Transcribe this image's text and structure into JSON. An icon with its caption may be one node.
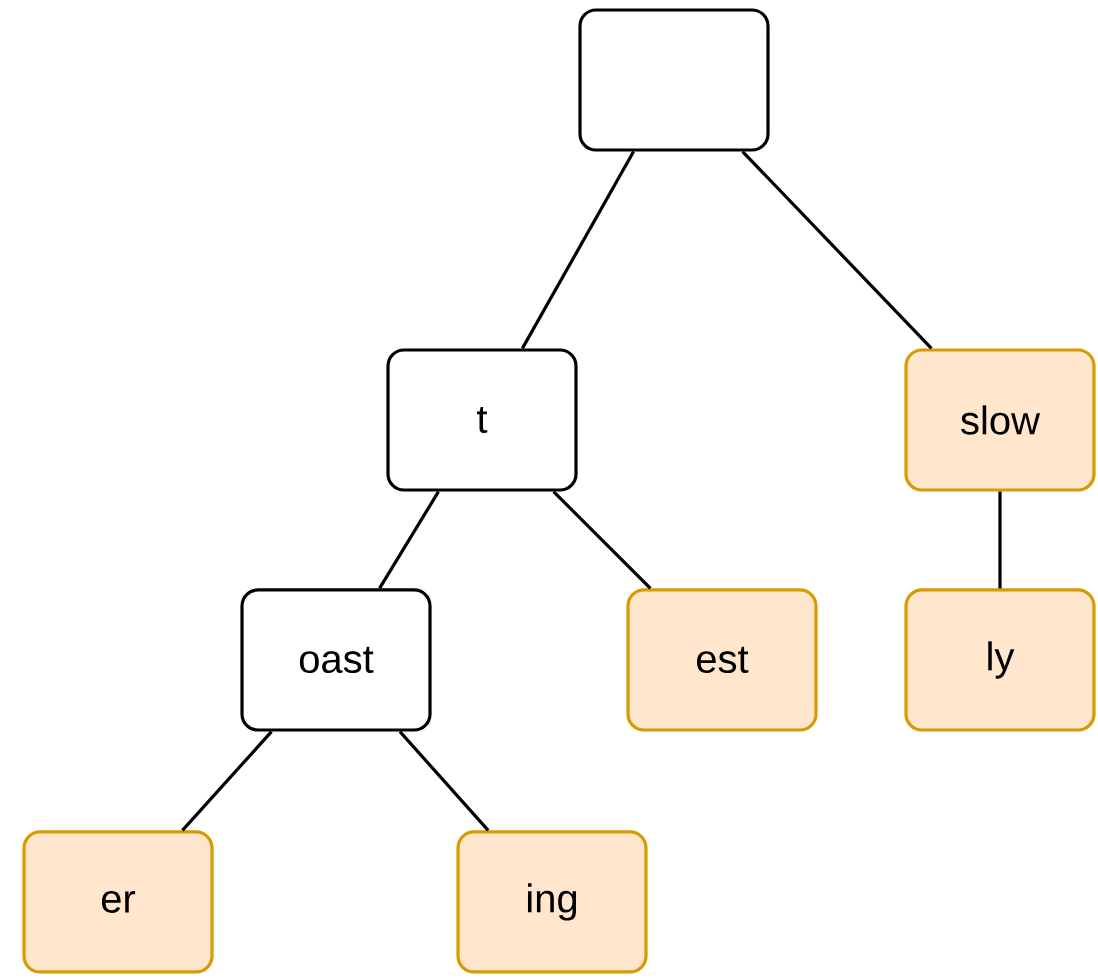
{
  "diagram": {
    "nodes": [
      {
        "text": [],
        "shape": "box"
      },
      {
        "text": [
          "t"
        ]
      },
      {
        "text": [
          "slow"
        ]
      },
      {
        "text": [
          "oast"
        ]
      },
      {
        "text": [
          "est"
        ]
      },
      {
        "text": [
          "ly"
        ]
      },
      {
        "text": [
          "er"
        ]
      },
      {
        "text": [
          "ing"
        ]
      }
    ],
    "edges": [
      {
        "from": 0,
        "to": 1,
        "arrow": "none"
      },
      {
        "from": 0,
        "to": 2,
        "arrow": "none"
      },
      {
        "from": 1,
        "to": 3,
        "arrow": "none"
      },
      {
        "from": 1,
        "to": 4,
        "arrow": "none"
      },
      {
        "from": 2,
        "to": 5,
        "arrow": "none"
      },
      {
        "from": 3,
        "to": 6,
        "arrow": "none"
      },
      {
        "from": 3,
        "to": 7,
        "arrow": "none"
      }
    ]
  }
}
